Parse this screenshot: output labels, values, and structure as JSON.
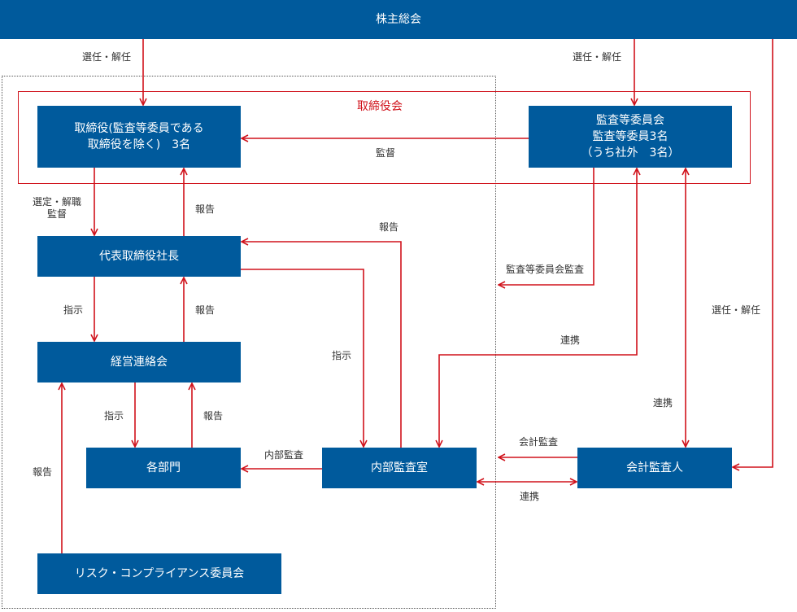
{
  "nodes": {
    "shareholders": "株主総会",
    "directors": "取締役(監査等委員である\n取締役を除く)　3名",
    "audit_committee": "監査等委員会\n監査等委員3名\n（うち社外　3名）",
    "president": "代表取締役社長",
    "management_council": "経営連絡会",
    "departments": "各部門",
    "internal_audit": "内部監査室",
    "accounting_auditor": "会計監査人",
    "compliance_committee": "リスク・コンプライアンス委員会"
  },
  "group_label": "取締役会",
  "labels": {
    "elect_dismiss_left": "選任・解任",
    "elect_dismiss_right": "選任・解任",
    "elect_dismiss_auditor": "選任・解任",
    "supervise": "監督",
    "select_dismiss_supervise": "選定・解職\n監督",
    "report_pres_to_dir": "報告",
    "report_ia_to_pres": "報告",
    "instruct_pres_to_mc": "指示",
    "report_mc_to_pres": "報告",
    "instruct_pres_to_ia": "指示",
    "instruct_mc_to_dept": "指示",
    "report_dept_to_mc": "報告",
    "report_comp_to_mc": "報告",
    "ia_to_dept": "内部監査",
    "audit_committee_audit": "監査等委員会監査",
    "coop_ac_ia": "連携",
    "coop_ac_aa": "連携",
    "accounting_audit": "会計監査",
    "coop_ia_aa": "連携"
  },
  "colors": {
    "box": "#005a9c",
    "arrow": "#d0121b",
    "frame": "#d0121b",
    "dotted": "#555555"
  }
}
